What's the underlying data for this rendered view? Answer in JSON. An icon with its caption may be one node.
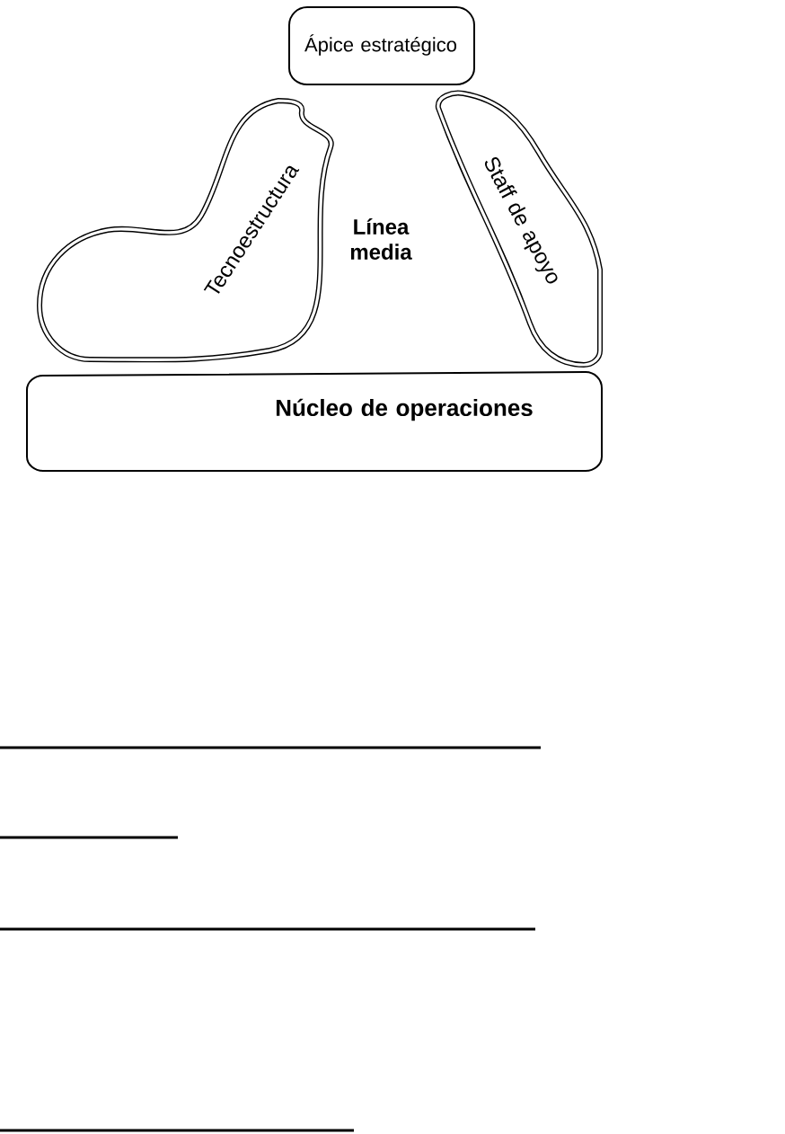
{
  "diagram": {
    "nodes": [
      {
        "text": [
          "Ápice estratégico"
        ]
      },
      {
        "text": [
          "Tecnoestructura"
        ]
      },
      {
        "text": [
          "Staff de apoyo"
        ]
      },
      {
        "text": [
          "Núcleo de operaciones"
        ]
      }
    ],
    "labels": [
      "Línea media"
    ]
  }
}
